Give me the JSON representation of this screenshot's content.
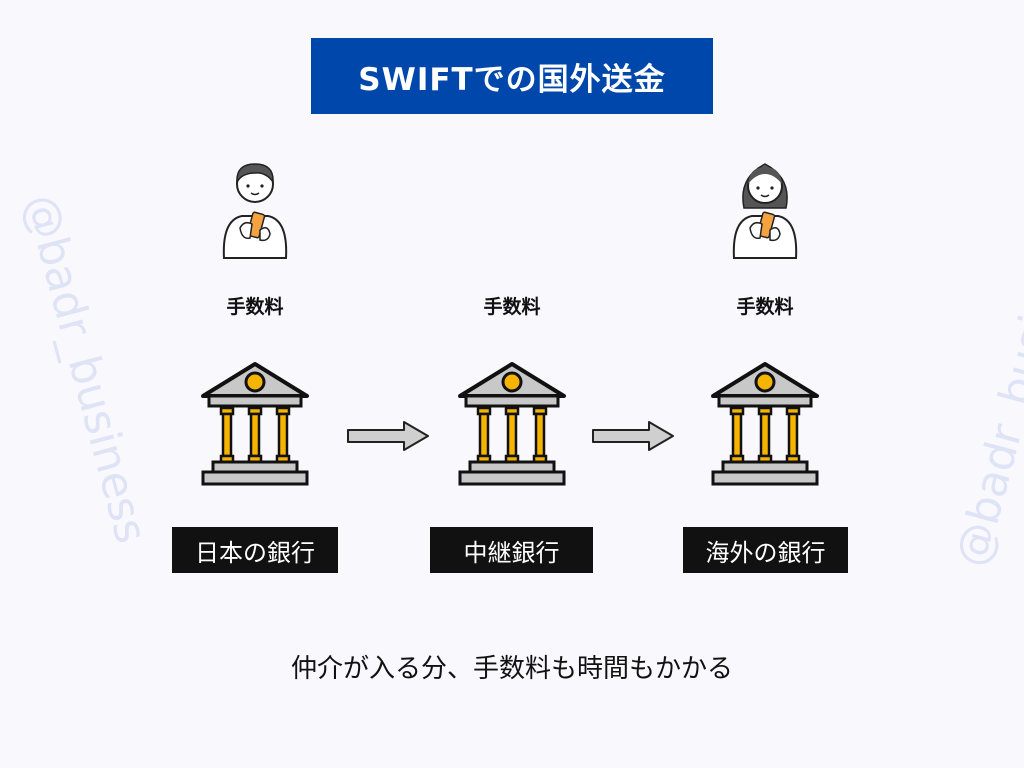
{
  "watermark": "@badr_business",
  "title": "SWIFTでの国外送金",
  "fees": [
    "手数料",
    "手数料",
    "手数料"
  ],
  "banks": [
    "日本の銀行",
    "中継銀行",
    "海外の銀行"
  ],
  "caption": "仲介が入る分、手数料も時間もかかる",
  "colors": {
    "title_bg": "#0047ab",
    "pillar": "#f5b400",
    "roof": "#c8c8c8",
    "label_bg": "#111111"
  }
}
